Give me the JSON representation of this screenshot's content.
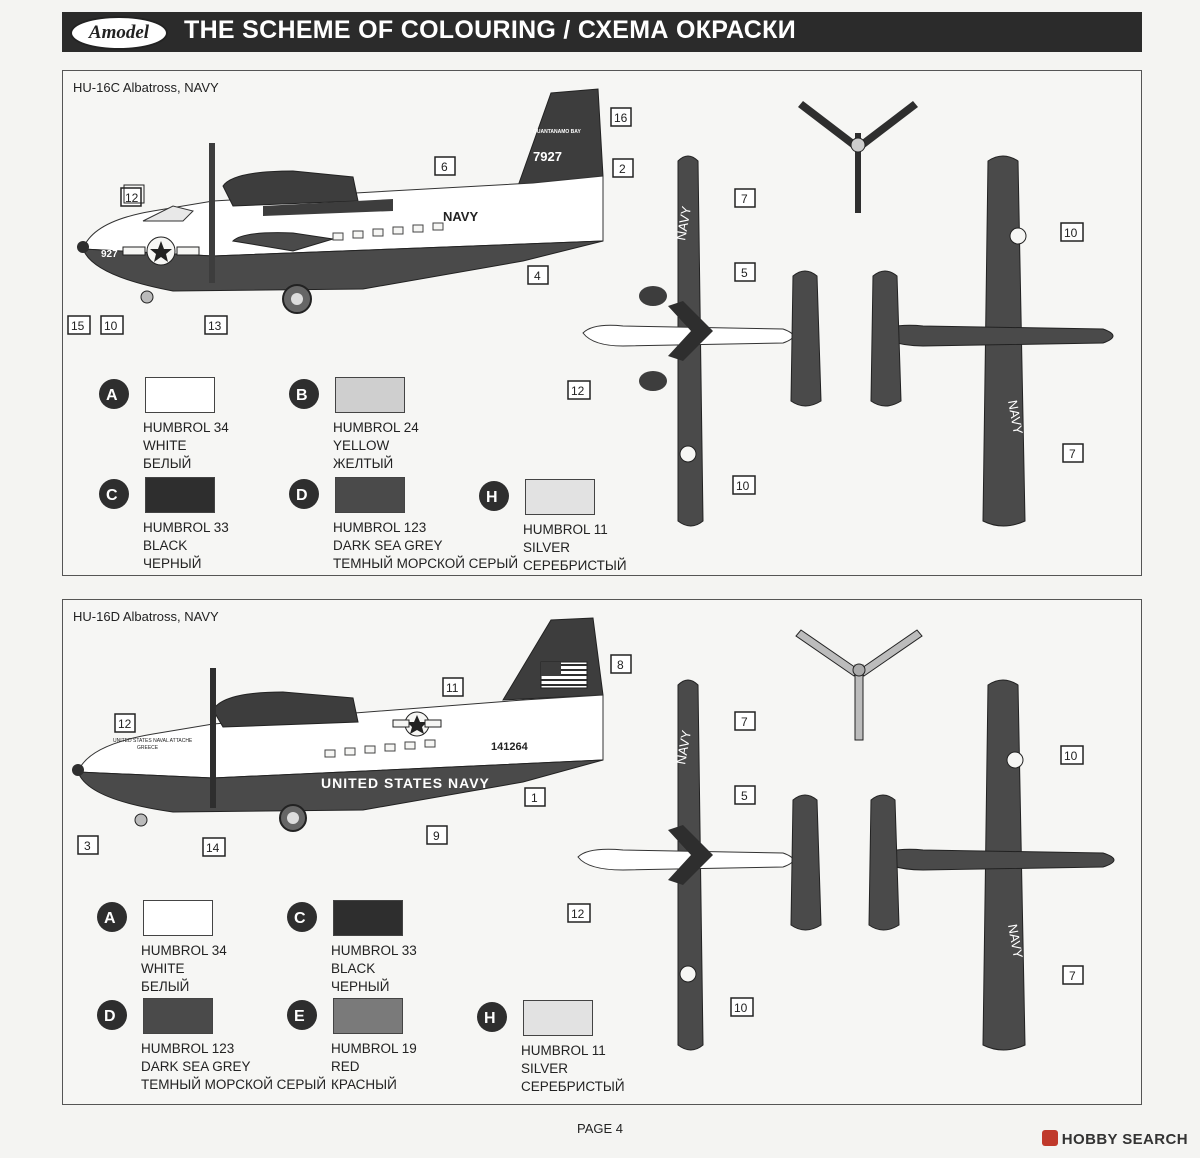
{
  "header": {
    "logo": "Amodel",
    "title": "THE SCHEME OF COLOURING / СХЕМА ОКРАСКИ"
  },
  "panels": [
    {
      "title": "HU-16C Albatross, NAVY",
      "markings": {
        "navy": "NAVY",
        "tail_number": "7927",
        "tail_text": "GUANTANAMO BAY",
        "nose_number": "927"
      },
      "swatches": [
        {
          "code": "A",
          "name": "HUMBROL 34",
          "en": "WHITE",
          "ru": "БЕЛЫЙ",
          "color": "#ffffff"
        },
        {
          "code": "B",
          "name": "HUMBROL 24",
          "en": "YELLOW",
          "ru": "ЖЕЛТЫЙ",
          "color": "#cfcfcf"
        },
        {
          "code": "C",
          "name": "HUMBROL 33",
          "en": "BLACK",
          "ru": "ЧЕРНЫЙ",
          "color": "#2e2e2e"
        },
        {
          "code": "D",
          "name": "HUMBROL 123",
          "en": "DARK SEA GREY",
          "ru": "ТЕМНЫЙ МОРСКОЙ СЕРЫЙ",
          "color": "#4a4a4a"
        },
        {
          "code": "H",
          "name": "HUMBROL 11",
          "en": "SILVER",
          "ru": "СЕРЕБРИСТЫЙ",
          "color": "#e2e2e2"
        }
      ]
    },
    {
      "title": "HU-16D Albatross, NAVY",
      "markings": {
        "navy": "NAVY",
        "hull_text": "UNITED STATES NAVY",
        "tail_number": "141264",
        "nose_text": "UNITED STATES NAVAL ATTACHE",
        "nose_text2": "GREECE"
      },
      "swatches": [
        {
          "code": "A",
          "name": "HUMBROL 34",
          "en": "WHITE",
          "ru": "БЕЛЫЙ",
          "color": "#ffffff"
        },
        {
          "code": "C",
          "name": "HUMBROL 33",
          "en": "BLACK",
          "ru": "ЧЕРНЫЙ",
          "color": "#2e2e2e"
        },
        {
          "code": "D",
          "name": "HUMBROL 123",
          "en": "DARK SEA GREY",
          "ru": "ТЕМНЫЙ МОРСКОЙ СЕРЫЙ",
          "color": "#4a4a4a"
        },
        {
          "code": "E",
          "name": "HUMBROL 19",
          "en": "RED",
          "ru": "КРАСНЫЙ",
          "color": "#7a7a7a"
        },
        {
          "code": "H",
          "name": "HUMBROL 11",
          "en": "SILVER",
          "ru": "СЕРЕБРИСТЫЙ",
          "color": "#e2e2e2"
        }
      ]
    }
  ],
  "footer": {
    "page": "PAGE 4",
    "watermark": "HOBBY SEARCH"
  }
}
